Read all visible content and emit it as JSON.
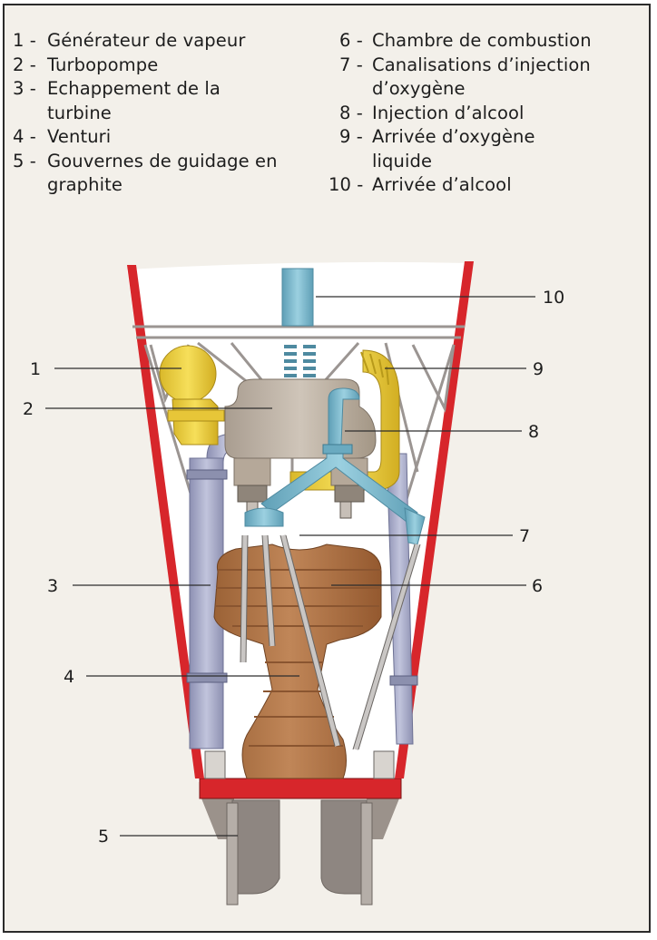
{
  "legend": {
    "left": [
      {
        "num": "1 - ",
        "text": "Générateur de vapeur"
      },
      {
        "num": "2 - ",
        "text": "Turbopompe"
      },
      {
        "num": "3 - ",
        "text": "Echappement de la turbine"
      },
      {
        "num": "4 - ",
        "text": "Venturi"
      },
      {
        "num": "5 - ",
        "text": "Gouvernes de guidage en graphite"
      }
    ],
    "right": [
      {
        "num": "6 - ",
        "text": "Chambre de combustion"
      },
      {
        "num": "7 - ",
        "text": "Canalisations d’injection d’oxygène"
      },
      {
        "num": "8 - ",
        "text": "Injection d’alcool"
      },
      {
        "num": "9 - ",
        "text": "Arrivée d’oxygène liquide"
      },
      {
        "num": "10 - ",
        "text": "Arrivée d’alcool"
      }
    ]
  },
  "callouts": {
    "c1": "1",
    "c2": "2",
    "c3": "3",
    "c4": "4",
    "c5": "5",
    "c6": "6",
    "c7": "7",
    "c8": "8",
    "c9": "9",
    "c10": "10"
  },
  "colors": {
    "frame_red": "#d7262b",
    "combustion_brown": "#b5794a",
    "oxygen_blue": "#7fb6c8",
    "exhaust_lavender": "#a9acc9",
    "generator_yellow": "#efd33e",
    "turbopump_gray": "#bdb1a3",
    "vane_gray": "#8e8681"
  }
}
